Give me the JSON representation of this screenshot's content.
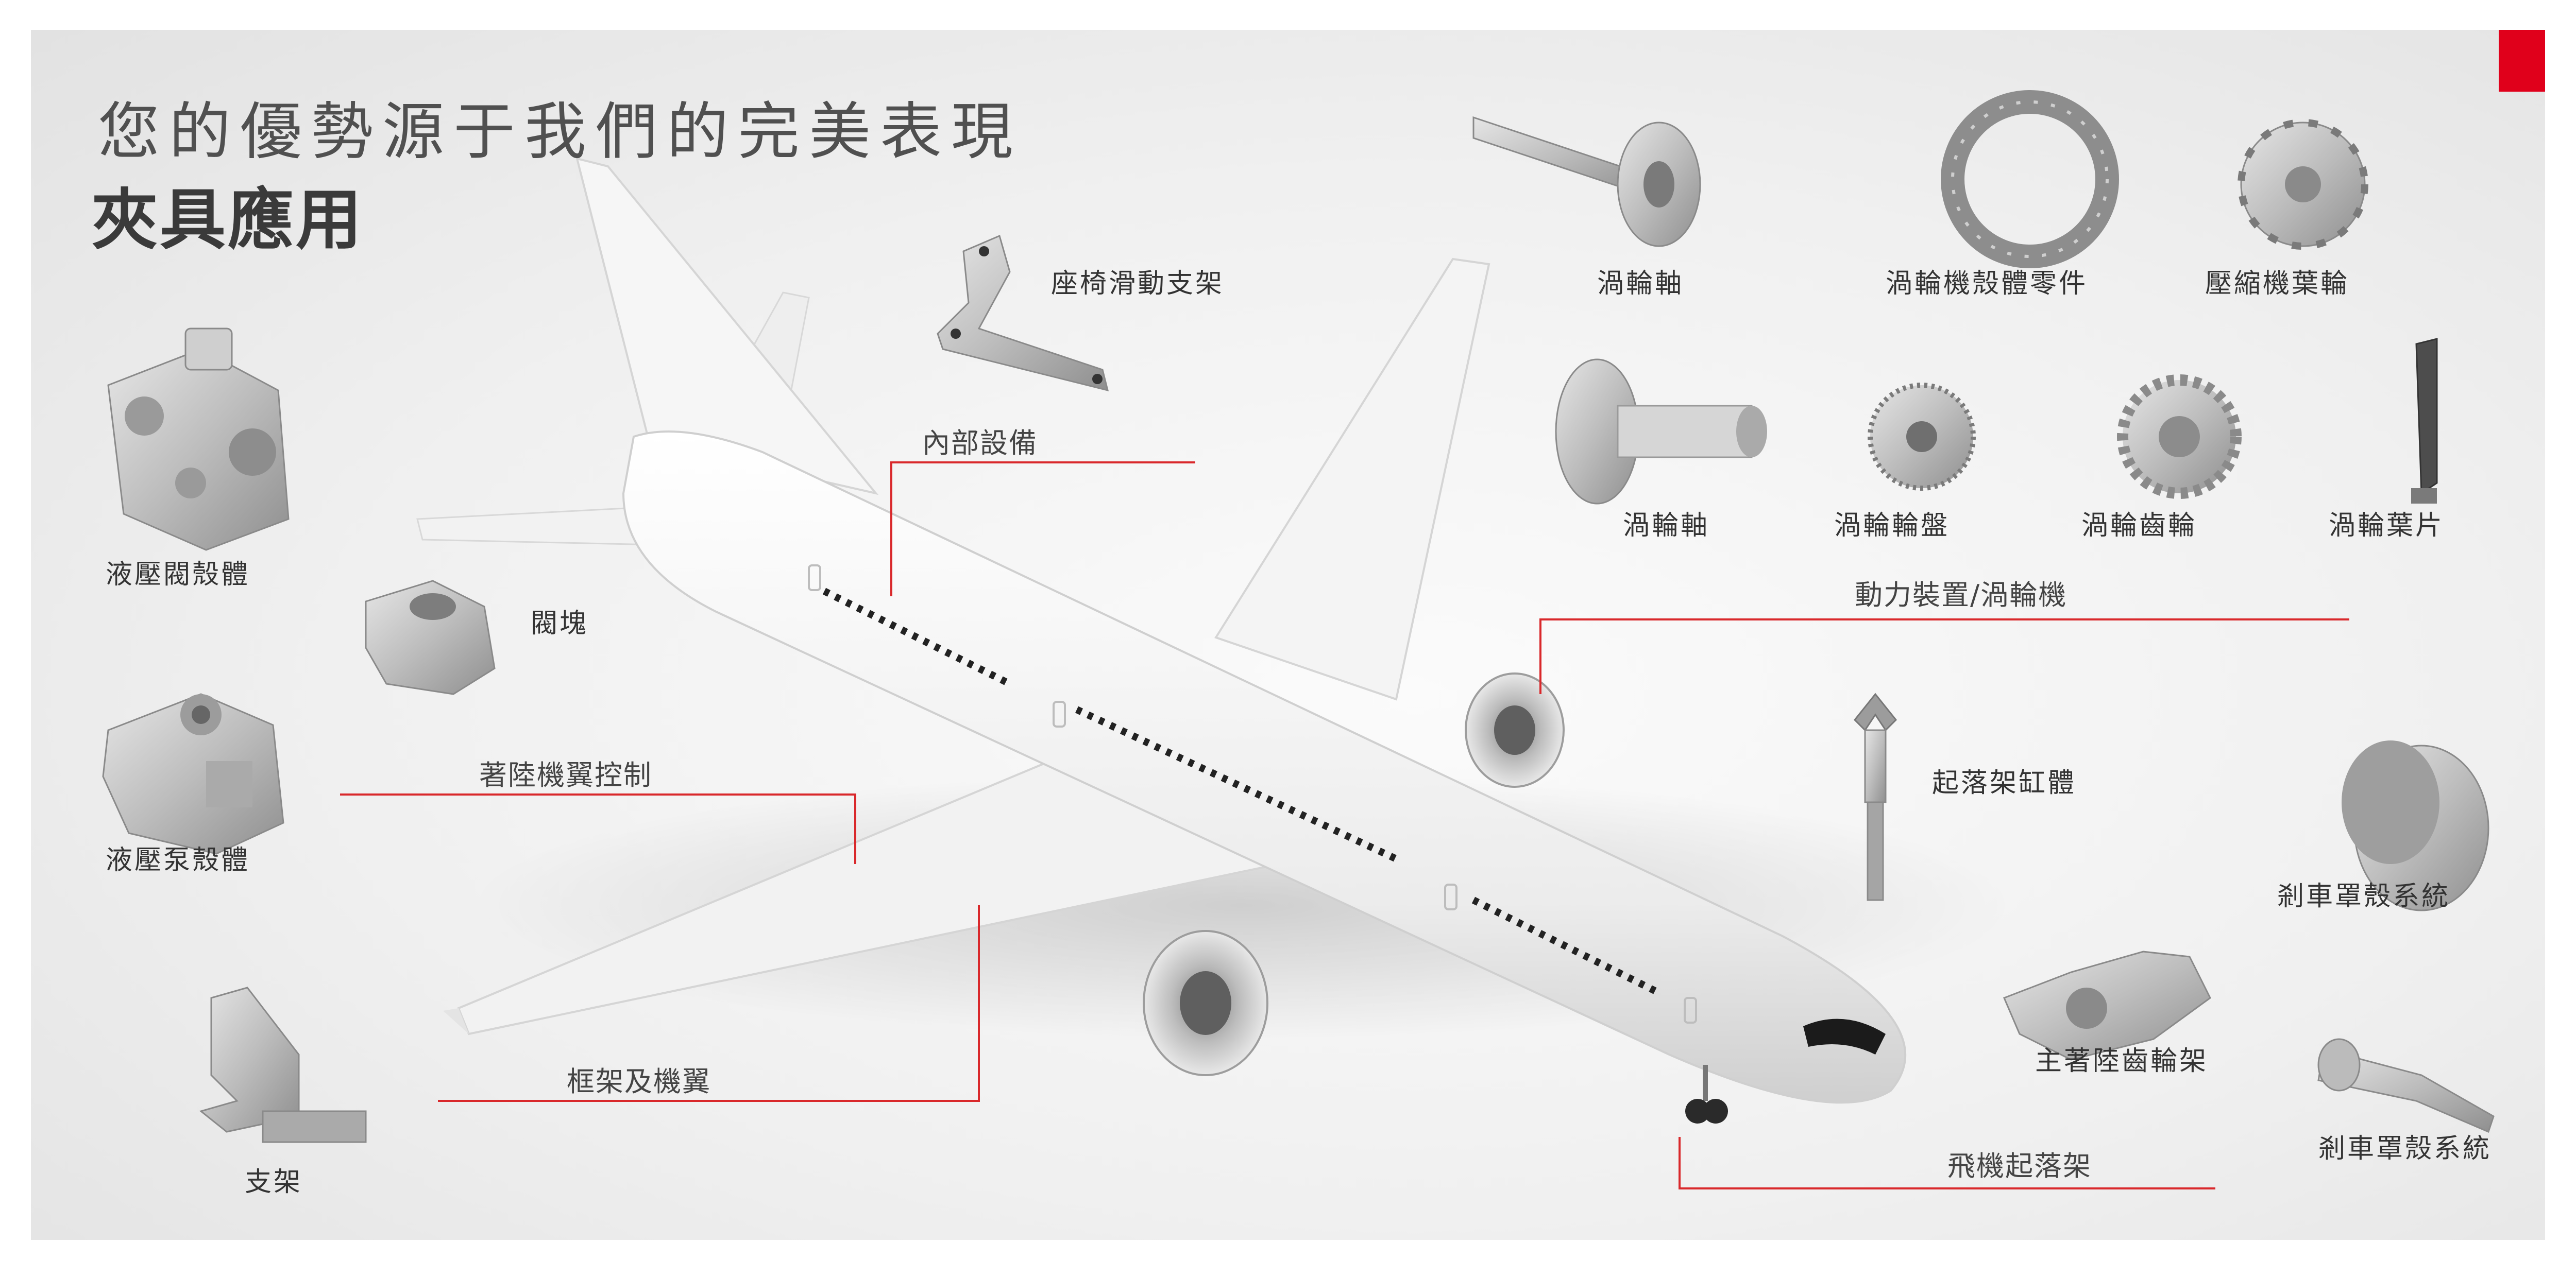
{
  "header": {
    "title": "您的優勢源于我們的完美表現",
    "subtitle": "夾具應用"
  },
  "categories": {
    "interior": "內部設備",
    "flap_control": "著陸機翼控制",
    "frame_wing": "框架及機翼",
    "power_turbine": "動力裝置/渦輪機",
    "landing_gear": "飛機起落架"
  },
  "parts": {
    "seat_bracket": "座椅滑動支架",
    "hydraulic_valve_body": "液壓閥殼體",
    "valve_block": "閥塊",
    "hydraulic_pump_body": "液壓泵殼體",
    "bracket": "支架",
    "turbine_shaft_1": "渦輪軸",
    "turbine_casing_part": "渦輪機殼體零件",
    "compressor_impeller": "壓縮機葉輪",
    "turbine_shaft_2": "渦輪軸",
    "turbine_disc": "渦輪輪盤",
    "turbine_gear": "渦輪齒輪",
    "turbine_blade": "渦輪葉片",
    "gear_cylinder": "起落架缸體",
    "brake_housing_1": "剎車罩殼系統",
    "main_gear_carrier": "主著陸齒輪架",
    "brake_housing_2": "剎車罩殼系統"
  },
  "colors": {
    "accent_red": "#e0001b",
    "leader_line": "#d9282b",
    "part_grey": "#bfbfbf"
  }
}
